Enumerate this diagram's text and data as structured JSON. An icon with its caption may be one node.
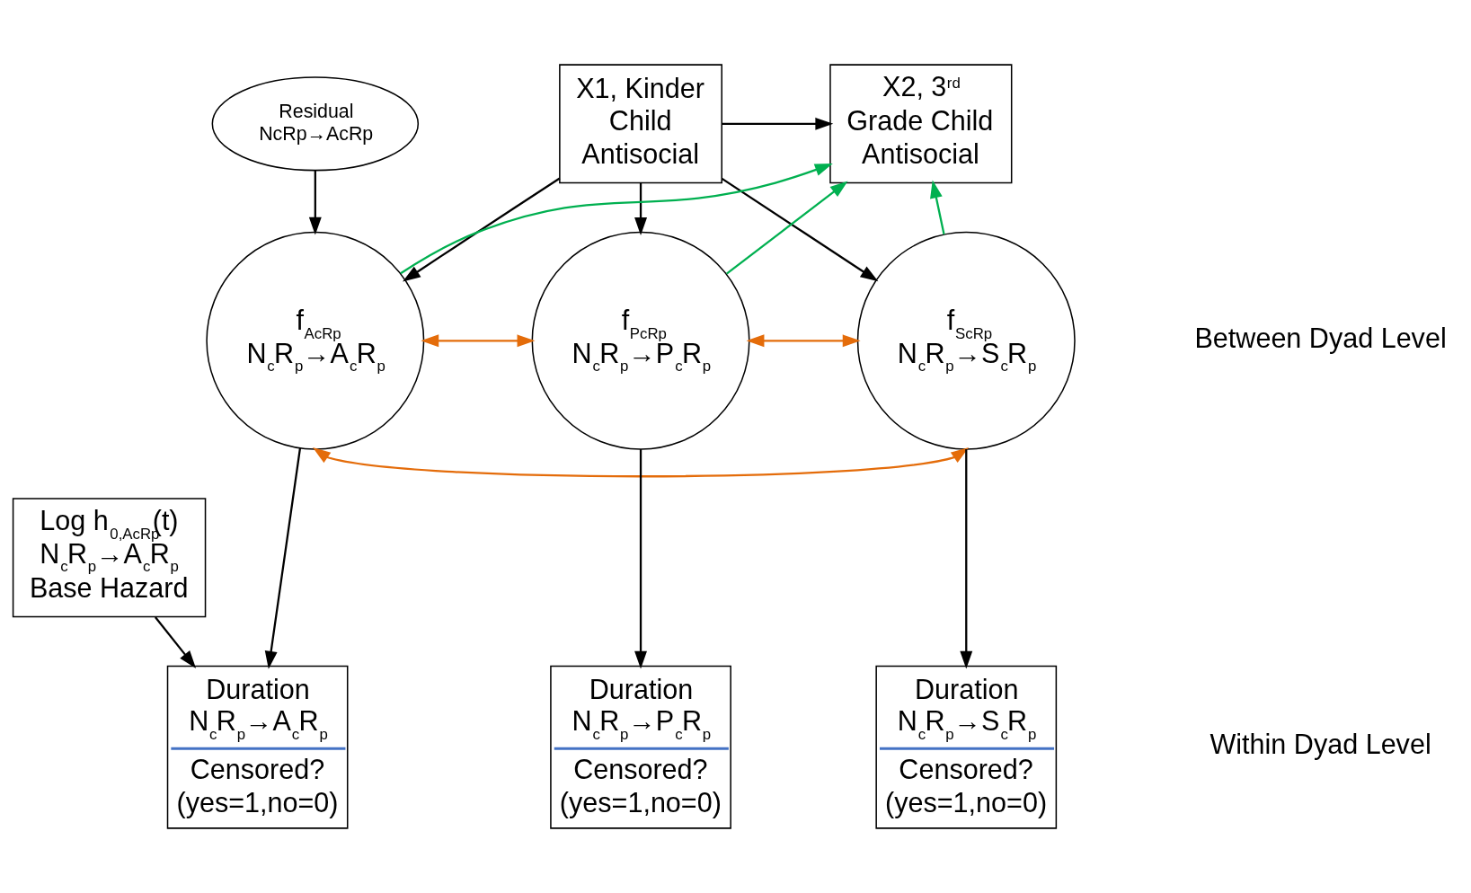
{
  "diagram": {
    "nodes": [
      {
        "text": [
          "X1, Kinder Child Antisocial"
        ]
      },
      {
        "text": [
          "X2, 3$^{rd}$ Grade Child Antisocial"
        ]
      },
      {
        "text": [
          "Residual NcRp→AcRp"
        ]
      },
      {
        "text": [
          "f$_{AcRp}$",
          "N$_{c}$R$_{p}$→A$_{c}$R$_{p}$"
        ]
      },
      {
        "text": [
          "f$_{PcRp}$",
          "N$_{c}$R$_{p}$→P$_{c}$R$_{p}$"
        ]
      },
      {
        "text": [
          "f$_{ScRp}$",
          "N$_{c}$R$_{p}$→S$_{c}$R$_{p}$"
        ]
      },
      {
        "text": [
          "Log h$_{0,AcRp}$(t)",
          "N$_{c}$R$_{p}$→A$_{c}$R$_{p}$",
          "Base Hazard"
        ]
      },
      {
        "text": [
          "Duration",
          "N$_{c}$R$_{p}$→A$_{c}$R$_{p}$",
          "Censored? (yes=1,no=0)"
        ]
      },
      {
        "text": [
          "Duration",
          "N$_{c}$R$_{p}$→P$_{c}$R$_{p}$",
          "Censored? (yes=1,no=0)"
        ]
      },
      {
        "text": [
          "Duration",
          "N$_{c}$R$_{p}$→S$_{c}$R$_{p}$",
          "Censored? (yes=1,no=0)"
        ]
      }
    ],
    "edges": [
      {
        "from": 0,
        "to": 1,
        "arrow": "to"
      },
      {
        "from": 0,
        "to": 3,
        "arrow": "to"
      },
      {
        "from": 0,
        "to": 4,
        "arrow": "to"
      },
      {
        "from": 0,
        "to": 5,
        "arrow": "to"
      },
      {
        "from": 2,
        "to": 3,
        "arrow": "to"
      },
      {
        "from": 3,
        "to": 1,
        "arrow": "to",
        "color": "#00b050"
      },
      {
        "from": 4,
        "to": 1,
        "arrow": "to",
        "color": "#00b050"
      },
      {
        "from": 5,
        "to": 1,
        "arrow": "to",
        "color": "#00b050"
      },
      {
        "from": 3,
        "to": 4,
        "arrow": "both",
        "color": "#e46c0a"
      },
      {
        "from": 4,
        "to": 5,
        "arrow": "both",
        "color": "#e46c0a"
      },
      {
        "from": 3,
        "to": 5,
        "arrow": "both",
        "color": "#e46c0a"
      },
      {
        "from": 3,
        "to": 7,
        "arrow": "to"
      },
      {
        "from": 4,
        "to": 8,
        "arrow": "to"
      },
      {
        "from": 5,
        "to": 9,
        "arrow": "to"
      },
      {
        "from": 6,
        "to": 7,
        "arrow": "to"
      }
    ],
    "labels": [
      "Between Dyad Level",
      "Within Dyad Level"
    ]
  }
}
